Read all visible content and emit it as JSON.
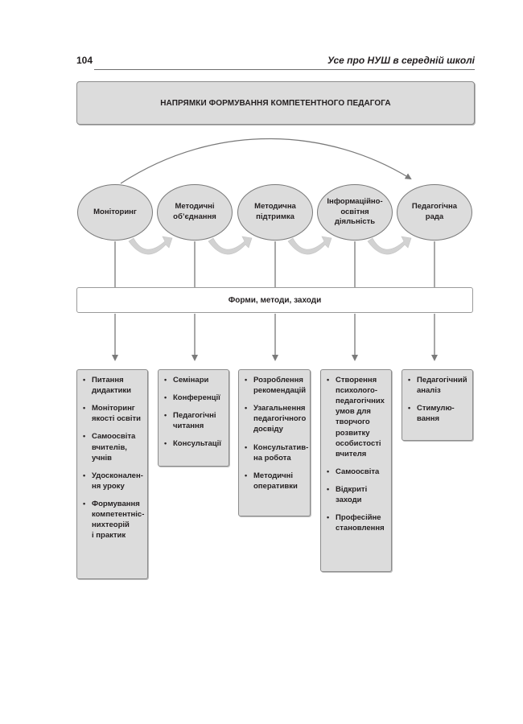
{
  "header": {
    "page_number": "104",
    "running_title": "Усе про НУШ в середній школі"
  },
  "diagram": {
    "title": "НАПРЯМКИ ФОРМУВАННЯ КОМПЕТЕНТНОГО ПЕДАГОГА",
    "directions": [
      "Моніторинг",
      "Методичні\nоб’єднання",
      "Методична\nпідтримка",
      "Інформаційно-\nосвітня діяльність",
      "Педагогічна\nрада"
    ],
    "forms_label": "Форми, методи, заходи",
    "lists": [
      [
        "Питання\nдидактики",
        "Моніторинг\nякості освіти",
        "Самоосвіта\nвчителів,\nучнів",
        "Удосконален-\nня уроку",
        "Формування\nкомпетентніс-\nнихтеорій\nі практик"
      ],
      [
        "Семінари",
        "Конференції",
        "Педагогічні\nчитання",
        "Консультації"
      ],
      [
        "Розроблення\nрекомендацій",
        "Узагальнення\nпедагогічного\nдосвіду",
        "Консультатив-\nна робота",
        "Методичні\nоперативки"
      ],
      [
        "Створення\nпсихолого-\nпедагогічних\nумов для\nтворчого\nрозвитку\nособистості\nвчителя",
        "Самоосвіта",
        "Відкриті\nзаходи",
        "Професійне\nстановлення"
      ],
      [
        "Педагогічний\nаналіз",
        "Стимулю-\nвання"
      ]
    ],
    "colors": {
      "fill": "#dcdcdc",
      "border": "#8c8c8c",
      "arrow": "#7a7a7a",
      "swoosh": "#d2d2d2"
    }
  }
}
